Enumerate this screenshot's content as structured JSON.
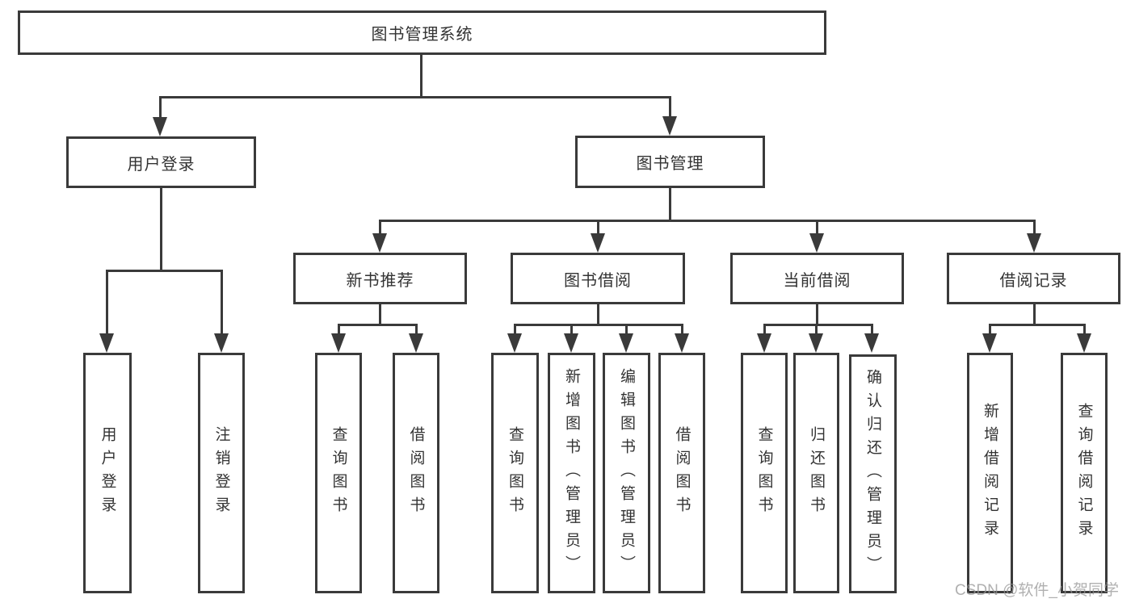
{
  "diagram": {
    "root": {
      "label": "图书管理系统"
    },
    "level2": [
      {
        "label": "用户登录"
      },
      {
        "label": "图书管理"
      }
    ],
    "level3": [
      {
        "label": "新书推荐"
      },
      {
        "label": "图书借阅"
      },
      {
        "label": "当前借阅"
      },
      {
        "label": "借阅记录"
      }
    ],
    "leaves": {
      "userLogin": [
        "用户登录",
        "注销登录"
      ],
      "newBooks": [
        "查询图书",
        "借阅图书"
      ],
      "bookBorrow": [
        "查询图书",
        "新增图书（管理员）",
        "编辑图书（管理员）",
        "借阅图书"
      ],
      "currentBorrow": [
        "查询图书",
        "归还图书",
        "确认归还（管理员）"
      ],
      "borrowRecords": [
        "新增借阅记录",
        "查询借阅记录"
      ]
    },
    "watermark": "CSDN @软件_小贺同学",
    "colors": {
      "line": "#3a3a3a",
      "text": "#333333",
      "background": "#ffffff",
      "watermark": "#969696"
    }
  }
}
